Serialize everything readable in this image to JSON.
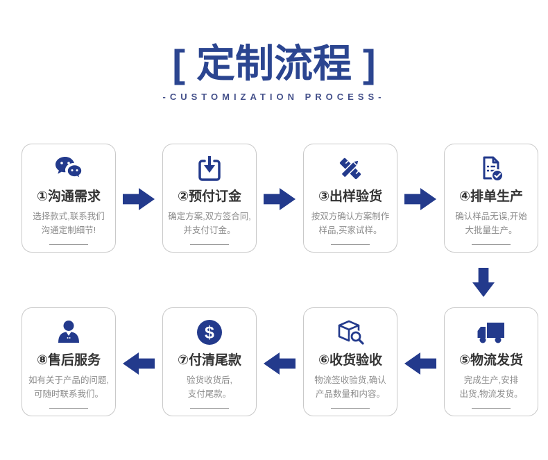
{
  "header": {
    "bracket_left": "[",
    "title": "定制流程",
    "bracket_right": "]",
    "subtitle": "-CUSTOMIZATION PROCESS-"
  },
  "colors": {
    "navy_accent": "#233a8c",
    "title_blue": "#2b4590",
    "card_border": "#c9c9c9",
    "step_title_text": "#333333",
    "description_text": "#8c8c8c"
  },
  "steps": [
    {
      "num": "①",
      "title": "沟通需求",
      "icon": "wechat-icon",
      "desc": [
        "选择款式,联系我们",
        "沟通定制细节!"
      ]
    },
    {
      "num": "②",
      "title": "预付订金",
      "icon": "deposit-icon",
      "desc": [
        "确定方案,双方签合同,",
        "并支付订金。"
      ]
    },
    {
      "num": "③",
      "title": "出样验货",
      "icon": "ruler-pencil-icon",
      "desc": [
        "按双方确认方案制作",
        "样品,买家试样。"
      ]
    },
    {
      "num": "④",
      "title": "排单生产",
      "icon": "checklist-icon",
      "desc": [
        "确认样品无误,开始",
        "大批量生产。"
      ]
    },
    {
      "num": "⑤",
      "title": "物流发货",
      "icon": "truck-icon",
      "desc": [
        "完成生产,安排",
        "出货,物流发货。"
      ]
    },
    {
      "num": "⑥",
      "title": "收货验收",
      "icon": "package-inspect-icon",
      "desc": [
        "物流签收验货,确认",
        "产品数量和内容。"
      ]
    },
    {
      "num": "⑦",
      "title": "付清尾款",
      "icon": "dollar-icon",
      "desc": [
        "验货收货后,",
        "支付尾款。"
      ]
    },
    {
      "num": "⑧",
      "title": "售后服务",
      "icon": "service-person-icon",
      "desc": [
        "如有关于产品的问题,",
        "可随时联系我们。"
      ]
    }
  ]
}
